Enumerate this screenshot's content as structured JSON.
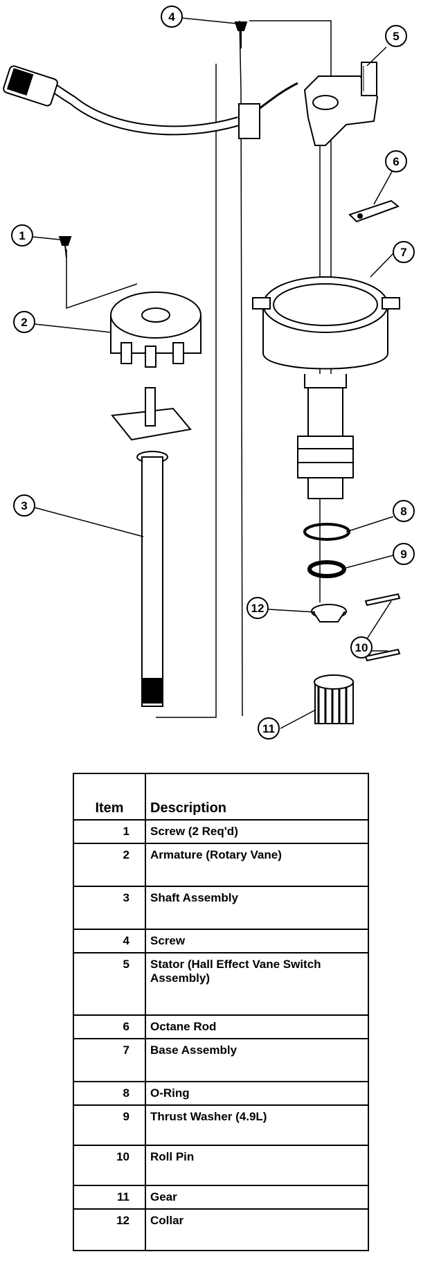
{
  "callouts": [
    "1",
    "2",
    "3",
    "4",
    "5",
    "6",
    "7",
    "8",
    "9",
    "10",
    "11",
    "12"
  ],
  "table": {
    "header_item": "Item",
    "header_description": "Description",
    "rows": [
      {
        "item": "1",
        "description": "Screw (2 Req'd)"
      },
      {
        "item": "2",
        "description": "Armature (Rotary Vane)"
      },
      {
        "item": "3",
        "description": "Shaft Assembly"
      },
      {
        "item": "4",
        "description": "Screw"
      },
      {
        "item": "5",
        "description": "Stator (Hall Effect Vane Switch Assembly)"
      },
      {
        "item": "6",
        "description": "Octane Rod"
      },
      {
        "item": "7",
        "description": "Base Assembly"
      },
      {
        "item": "8",
        "description": "O-Ring"
      },
      {
        "item": "9",
        "description": "Thrust Washer (4.9L)"
      },
      {
        "item": "10",
        "description": "Roll Pin"
      },
      {
        "item": "11",
        "description": "Gear"
      },
      {
        "item": "12",
        "description": "Collar"
      }
    ]
  }
}
